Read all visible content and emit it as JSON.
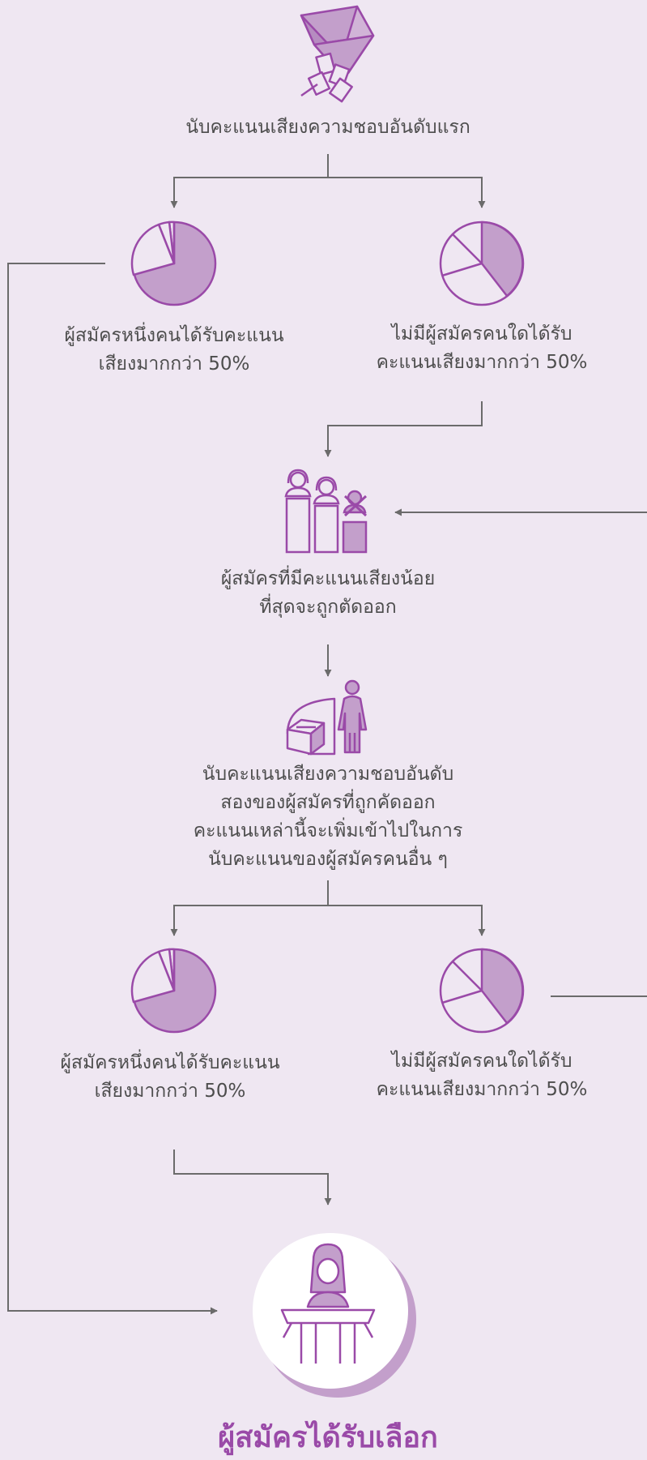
{
  "steps": {
    "first_count": "นับคะแนนเสียงความชอบอันดับแรก",
    "majority_1": "ผู้สมัครหนึ่งคนได้รับคะแนน\nเสียงมากกว่า 50%",
    "no_majority_1": "ไม่มีผู้สมัครคนใดได้รับ\nคะแนนเสียงมากกว่า 50%",
    "eliminate": "ผู้สมัครที่มีคะแนนเสียงน้อย\nที่สุดจะถูกตัดออก",
    "redistribute": "นับคะแนนเสียงความชอบอันดับ\nสองของผู้สมัครที่ถูกคัดออก\nคะแนนเหล่านี้จะเพิ่มเข้าไปในการ\nนับคะแนนของผู้สมัครคนอื่น ๆ",
    "majority_2": "ผู้สมัครหนึ่งคนได้รับคะแนน\nเสียงมากกว่า 50%",
    "no_majority_2": "ไม่มีผู้สมัครคนใดได้รับ\nคะแนนเสียงมากกว่า 50%",
    "elected": "ผู้สมัครได้รับเลือก"
  },
  "colors": {
    "background": "#efe7f2",
    "purple": "#9a4aa8",
    "purple_fill": "#c39fcb",
    "arrow": "#6b6b6b",
    "text": "#4d4d4d"
  },
  "icons": [
    "ballot-box-icon",
    "pie-majority-icon",
    "pie-no-majority-icon",
    "candidates-elimination-icon",
    "vote-transfer-icon",
    "elected-candidate-icon"
  ]
}
